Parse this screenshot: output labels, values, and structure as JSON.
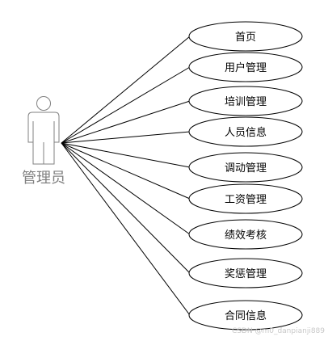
{
  "actor": {
    "name": "管理员"
  },
  "use_cases": [
    {
      "id": "home",
      "label": "首页"
    },
    {
      "id": "user-mgmt",
      "label": "用户管理"
    },
    {
      "id": "training-mgmt",
      "label": "培训管理"
    },
    {
      "id": "personnel-info",
      "label": "人员信息"
    },
    {
      "id": "transfer-mgmt",
      "label": "调动管理"
    },
    {
      "id": "salary-mgmt",
      "label": "工资管理"
    },
    {
      "id": "performance-eval",
      "label": "绩效考核"
    },
    {
      "id": "reward-punish-mgmt",
      "label": "奖惩管理"
    },
    {
      "id": "contract-info",
      "label": "合同信息"
    }
  ],
  "watermark": "CSDN @m0_danpianji889",
  "colors": {
    "line": "#000000",
    "actor": "#808080",
    "watermark": "#c8c8c8",
    "background": "#ffffff"
  }
}
